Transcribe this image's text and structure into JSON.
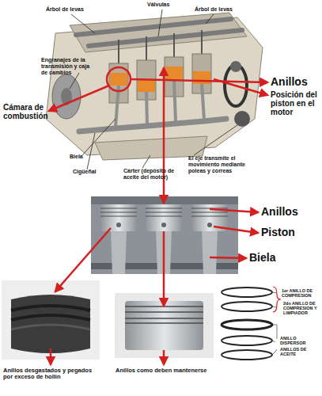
{
  "diagram": {
    "labels": [
      "Árbol de levas",
      "Válvulas",
      "Árbol de levas",
      "Engranajes de la transmisión y caja de cambios",
      "Cámara de combustión",
      "Anillos",
      "Posición del piston en el motor",
      "Biela",
      "Cigüeñal",
      "Cárter (depósito de aceite del motor)",
      "El eje transmite el movimiento mediante poleas y correas",
      "Anillos",
      "Piston",
      "Biela",
      "Anillos desgastados y pegados por exceso de hollín",
      "Anillos como deben mantenerse",
      "1er ANILLO DE COMPRESION",
      "2do ANILLO DE COMPRESION Y LIMPIADOR",
      "ANILLO DISPERSOR",
      "ANILLOS DE ACEITE"
    ]
  }
}
